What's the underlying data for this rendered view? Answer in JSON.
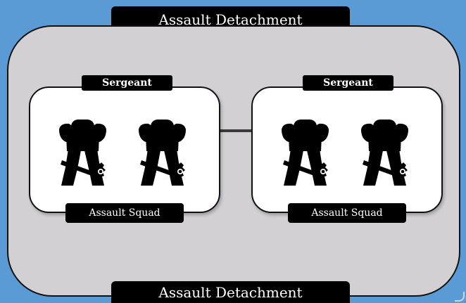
{
  "title": "Assault Detachment",
  "footer_title": "Assault Detachment",
  "squads": [
    {
      "leader_label": "Sergeant",
      "name": "Assault Squad"
    },
    {
      "leader_label": "Sergeant",
      "name": "Assault Squad"
    }
  ],
  "icons": {
    "trooper": "jump-pack-trooper-icon"
  },
  "colors": {
    "background": "#5b9bd5",
    "panel": "#d2d0d3",
    "label": "#000000",
    "card": "#ffffff"
  }
}
